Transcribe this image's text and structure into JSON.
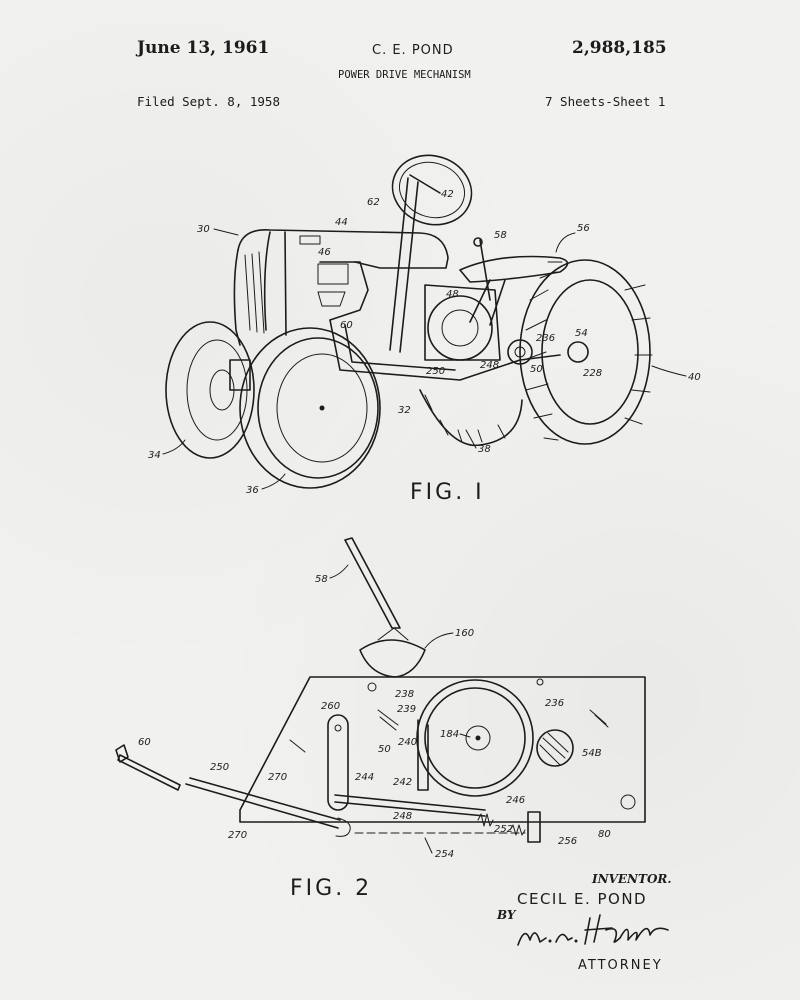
{
  "header": {
    "date": "June 13, 1961",
    "inventor": "C. E. POND",
    "patent_number": "2,988,185",
    "title": "POWER DRIVE MECHANISM",
    "filed": "Filed Sept. 8, 1958",
    "sheets": "7 Sheets-Sheet 1"
  },
  "figures": {
    "fig1": {
      "label": "FIG. I",
      "refs": [
        "30",
        "62",
        "42",
        "44",
        "46",
        "58",
        "56",
        "48",
        "60",
        "54",
        "236",
        "248",
        "250",
        "50",
        "228",
        "40",
        "32",
        "38",
        "34",
        "36"
      ]
    },
    "fig2": {
      "label": "FIG. 2",
      "refs": [
        "58",
        "160",
        "238",
        "239",
        "236",
        "260",
        "50",
        "240",
        "184",
        "54B",
        "60",
        "250",
        "270",
        "244",
        "242",
        "246",
        "248",
        "252",
        "256",
        "80",
        "270",
        "254"
      ]
    }
  },
  "signature": {
    "inventor_label": "INVENTOR.",
    "inventor_name": "CECIL E. POND",
    "by": "BY",
    "attorney_signature": "M. A. Hobbs",
    "attorney_label": "ATTORNEY"
  },
  "colors": {
    "ink": "#1c1c1c",
    "paper": "#f1f1ef"
  }
}
